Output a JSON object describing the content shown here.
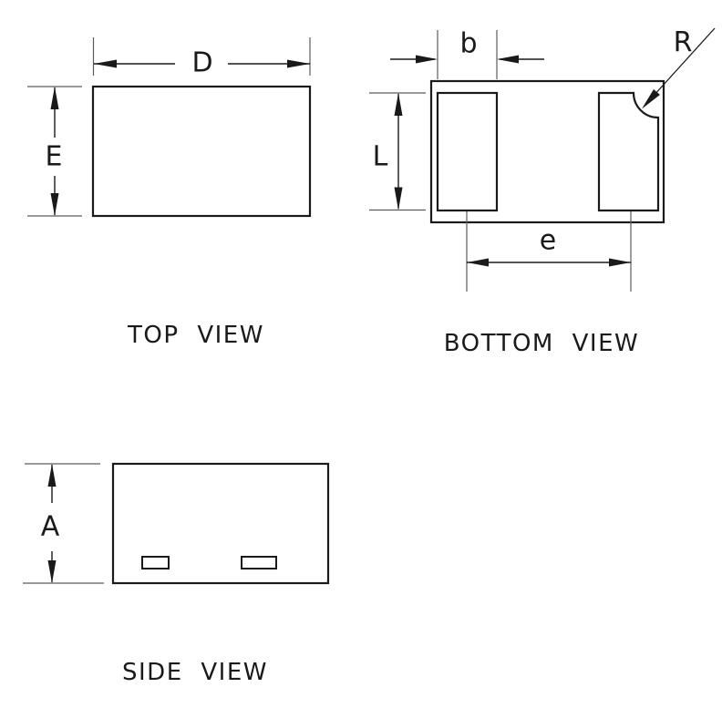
{
  "views": {
    "top": {
      "caption": "TOP VIEW",
      "dim_body_width": "D",
      "dim_body_depth": "E"
    },
    "bottom": {
      "caption": "BOTTOM VIEW",
      "dim_terminal_width": "b",
      "dim_terminal_length": "L",
      "dim_terminal_spacing": "e",
      "dim_corner_radius": "R"
    },
    "side": {
      "caption": "SIDE VIEW",
      "dim_body_height": "A"
    }
  },
  "colors": {
    "line": "#1a1a1a",
    "extension_line": "#5c5c5c",
    "background": "#ffffff"
  }
}
